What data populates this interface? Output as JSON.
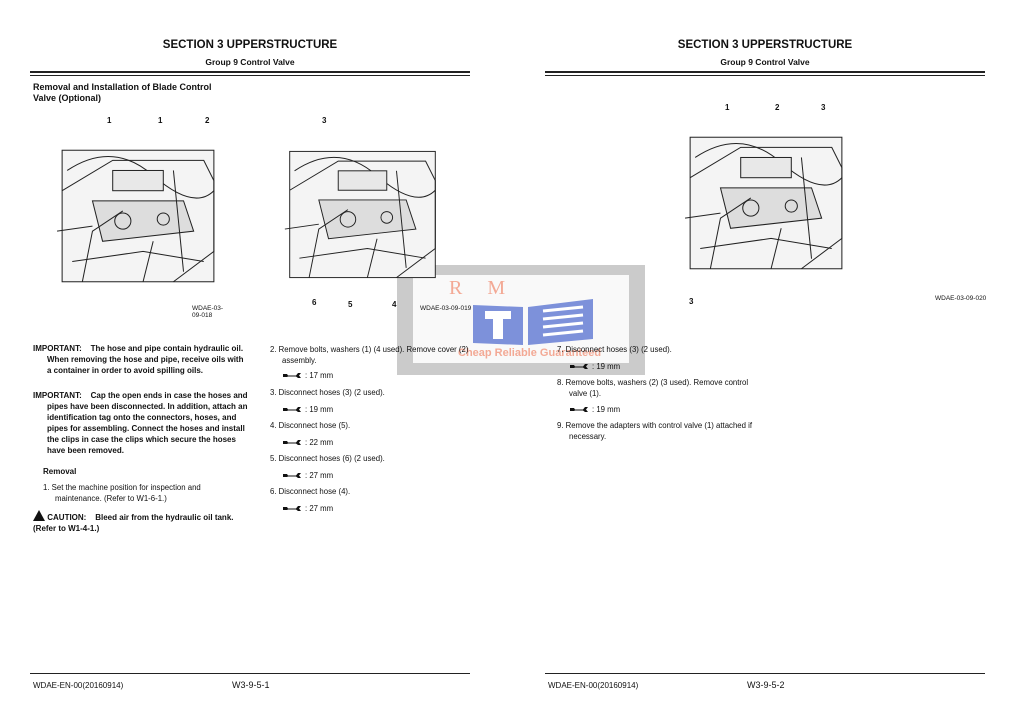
{
  "left": {
    "section": "SECTION 3 UPPERSTRUCTURE",
    "group": "Group 9 Control Valve",
    "title": "Removal and Installation of Blade Control Valve (Optional)",
    "fig1": {
      "caption": "WDAE-03-09-018",
      "callouts": [
        "1",
        "1",
        "2"
      ]
    },
    "fig2": {
      "caption": "WDAE-03-09-019",
      "callouts": [
        "3",
        "6",
        "5",
        "4"
      ]
    },
    "important1": {
      "label": "IMPORTANT:",
      "text": "The hose and pipe contain hydraulic oil. When removing the hose and pipe, receive oils with a container in order to avoid spilling oils."
    },
    "important2": {
      "label": "IMPORTANT:",
      "text": "Cap the open ends in case the hoses and pipes have been disconnected. In addition, attach an identification tag onto the connectors, hoses, and pipes for assembling. Connect the hoses and install the clips in case the clips which secure the hoses have been removed."
    },
    "removal_heading": "Removal",
    "step1": "1.  Set the machine position for inspection and maintenance. (Refer to W1-6-1.)",
    "caution": {
      "label": "CAUTION:",
      "text": "Bleed air from the hydraulic oil tank. (Refer to W1-4-1.)"
    },
    "steps": [
      {
        "text": "2.  Remove bolts, washers (1) (4 used). Remove cover (2) assembly.",
        "wrench": ": 17 mm"
      },
      {
        "text": "3.  Disconnect hoses (3) (2 used).",
        "wrench": ": 19 mm"
      },
      {
        "text": "4.  Disconnect hose (5).",
        "wrench": ": 22 mm"
      },
      {
        "text": "5.  Disconnect hoses (6) (2 used).",
        "wrench": ": 27 mm"
      },
      {
        "text": "6.  Disconnect hose (4).",
        "wrench": ": 27 mm"
      }
    ],
    "footer_code": "WDAE-EN-00(20160914)",
    "page": "W3-9-5-1"
  },
  "right": {
    "section": "SECTION 3 UPPERSTRUCTURE",
    "group": "Group 9 Control Valve",
    "fig": {
      "caption": "WDAE-03-09-020",
      "callouts": [
        "1",
        "2",
        "3",
        "3"
      ]
    },
    "steps": [
      {
        "text": "7.  Disconnect hoses (3) (2 used).",
        "wrench": ": 19 mm"
      },
      {
        "text": "8.  Remove bolts, washers (2) (3 used). Remove control valve (1).",
        "wrench": ": 19 mm"
      },
      {
        "text": "9.  Remove the adapters with control valve (1) attached if necessary."
      }
    ],
    "footer_code": "WDAE-EN-00(20160914)",
    "page": "W3-9-5-2"
  },
  "watermark": {
    "logo_text": "R M",
    "slogan": "Cheap Reliable Guaranteed"
  }
}
